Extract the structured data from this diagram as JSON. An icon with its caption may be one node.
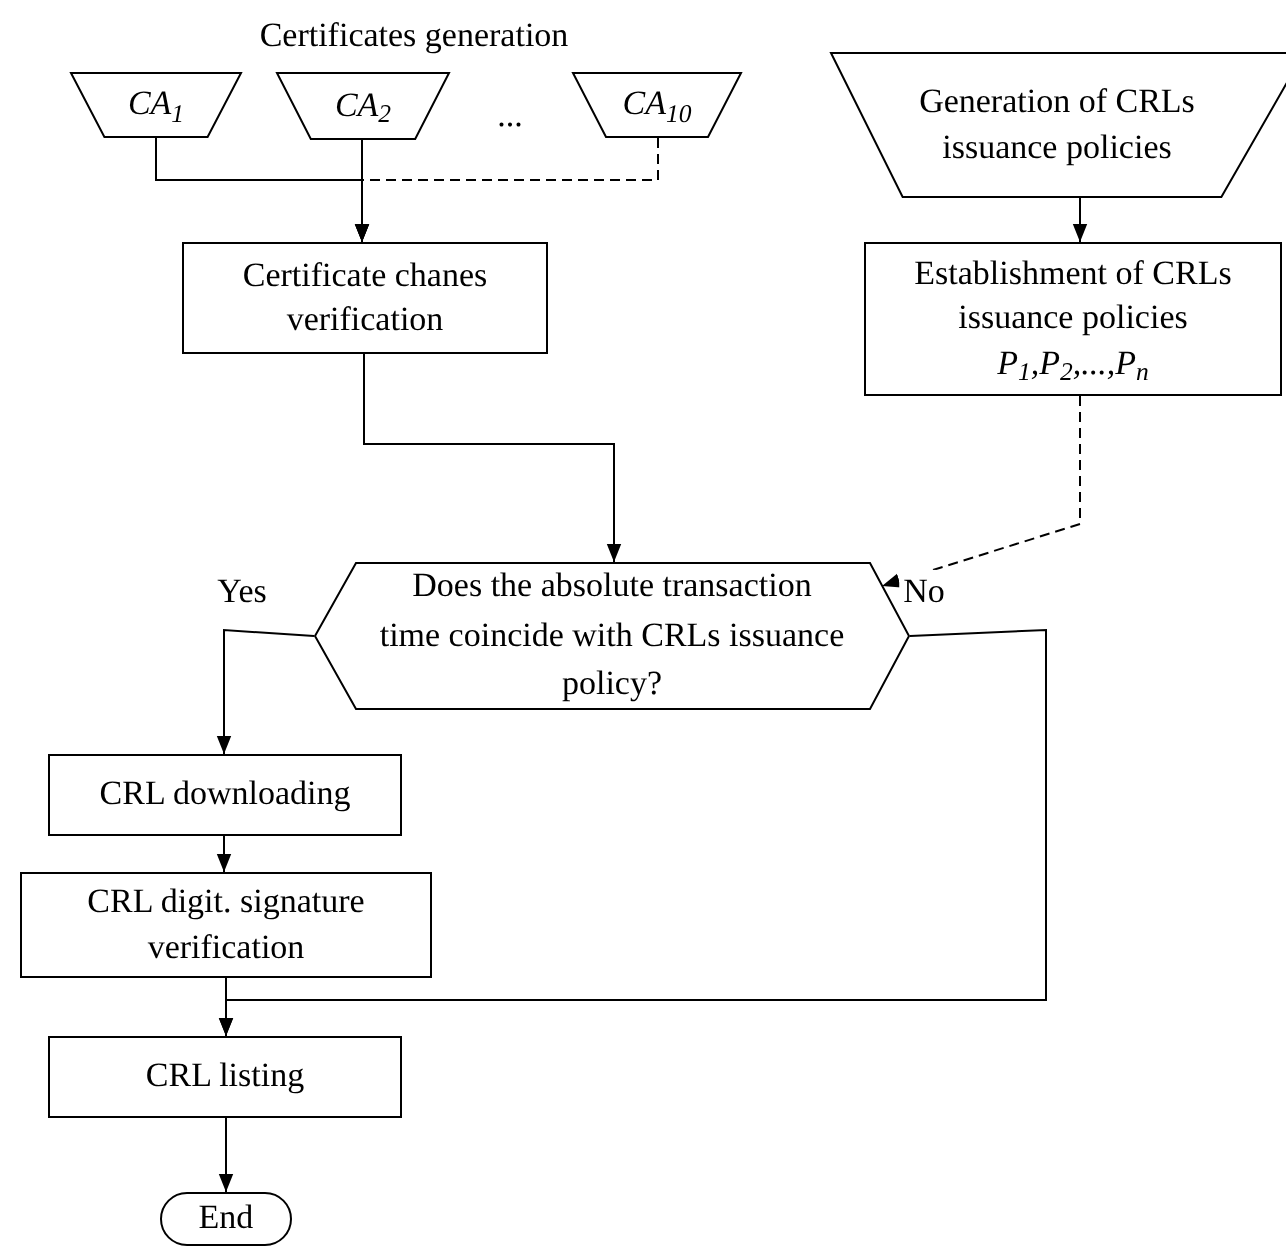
{
  "diagram": {
    "nodes": [
      {
        "text": [
          "CA$_{1}$"
        ]
      },
      {
        "text": [
          "CA$_{2}$"
        ]
      },
      {
        "text": [
          "CA$_{10}$"
        ]
      },
      {
        "text": [
          "Certificate chanes verification"
        ]
      },
      {
        "text": [
          "Generation of CRLs issuance policies"
        ]
      },
      {
        "text": [
          "Establishment of CRLs issuance policies",
          "P$_{1}$,P$_{2}$,...,P$_{n}$"
        ]
      },
      {
        "text": [
          "Does the absolute transaction time coincide with CRLs issuance policy?"
        ]
      },
      {
        "text": [
          "CRL downloading"
        ]
      },
      {
        "text": [
          "CRL digit. signature verification"
        ]
      },
      {
        "text": [
          "CRL listing"
        ]
      },
      {
        "text": [
          "End"
        ]
      }
    ],
    "edges": [
      {
        "from": 0,
        "to": 3,
        "arrow": "to"
      },
      {
        "from": 1,
        "to": 3,
        "arrow": "to"
      },
      {
        "from": 2,
        "to": 3,
        "arrow": "to",
        "style": "dashed"
      },
      {
        "from": 3,
        "to": 6,
        "arrow": "to"
      },
      {
        "from": 4,
        "to": 5,
        "arrow": "to"
      },
      {
        "from": 5,
        "to": 6,
        "arrow": "to",
        "style": "dashed"
      },
      {
        "from": 6,
        "to": 7,
        "arrow": "to",
        "label": "Yes"
      },
      {
        "from": 6,
        "to": 9,
        "arrow": "to",
        "label": "No"
      },
      {
        "from": 7,
        "to": 8,
        "arrow": "to"
      },
      {
        "from": 8,
        "to": 9,
        "arrow": "to"
      },
      {
        "from": 9,
        "to": 10,
        "arrow": "to"
      }
    ],
    "labels": [
      "Certificates generation",
      "..."
    ]
  }
}
